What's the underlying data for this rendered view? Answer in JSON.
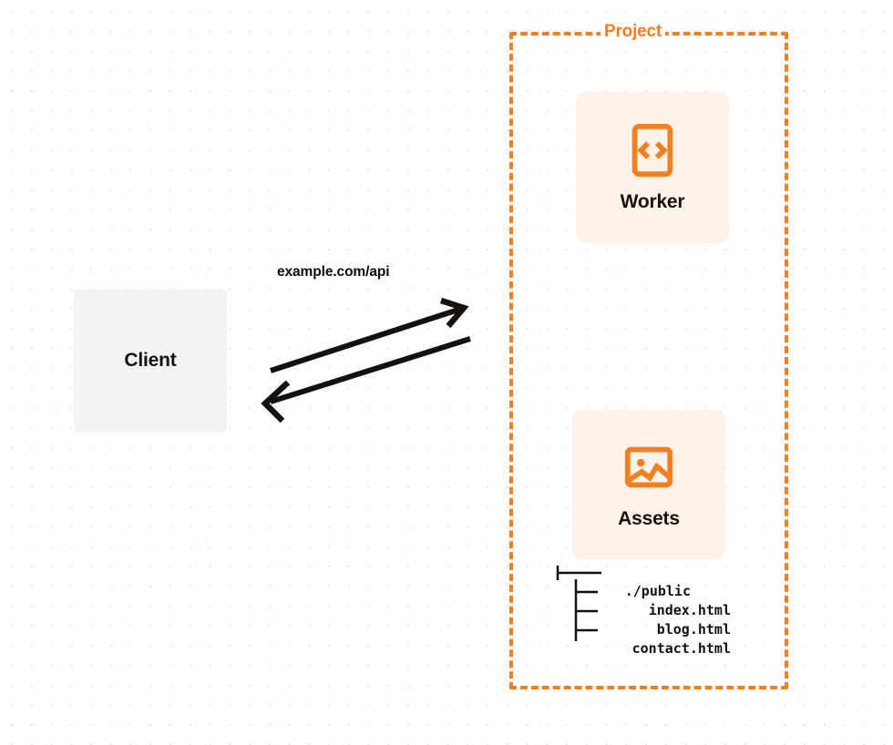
{
  "diagram": {
    "title": "Project",
    "background": "#ffffff",
    "accent_color": "#f38020",
    "card_background": "#fdf3e9",
    "client_background": "#f3f3f5",
    "text_color": "#14100e"
  },
  "client": {
    "label": "Client"
  },
  "connection": {
    "label": "example.com/api",
    "request_direction": "client-to-project",
    "response_direction": "project-to-client"
  },
  "project": {
    "label": "Project",
    "nodes": [
      {
        "id": "worker",
        "label": "Worker",
        "icon": "code-brackets-icon"
      },
      {
        "id": "assets",
        "label": "Assets",
        "icon": "image-icon"
      }
    ]
  },
  "file_tree": {
    "root": "./public",
    "files": [
      "index.html",
      "blog.html",
      "contact.html"
    ]
  }
}
